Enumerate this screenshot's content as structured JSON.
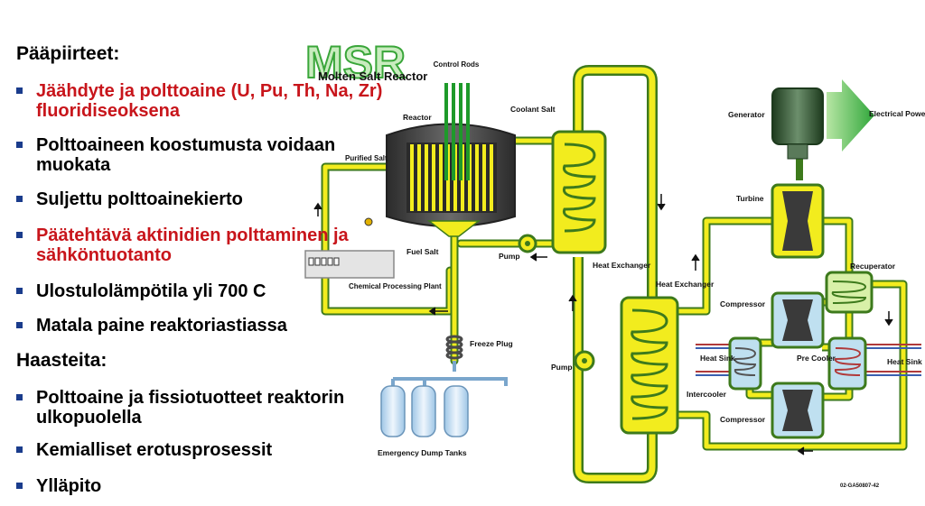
{
  "main_features": {
    "heading": "Pääpiirteet:",
    "bullets": [
      {
        "text": "Jäähdyte ja polttoaine (U, Pu, Th, Na, Zr) fluoridiseoksena",
        "highlight": true
      },
      {
        "text": "Polttoaineen koostumusta voidaan muokata",
        "highlight": false
      },
      {
        "text": "Suljettu polttoainekierto",
        "highlight": false
      },
      {
        "text": "Päätehtävä aktinidien polttaminen ja sähköntuotanto",
        "highlight": true
      },
      {
        "text": "Ulostulolämpötila yli 700 C",
        "highlight": false
      },
      {
        "text": "Matala paine reaktoriastiassa",
        "highlight": false
      }
    ]
  },
  "challenges": {
    "heading": "Haasteita:",
    "bullets": [
      {
        "text": "Polttoaine ja fissiotuotteet reaktorin ulkopuolella"
      },
      {
        "text": "Kemialliset erotusprosessit"
      },
      {
        "text": "Ylläpito"
      }
    ]
  },
  "diagram": {
    "logo_text": "MSR",
    "logo_subtitle": "Molten Salt Reactor",
    "labels": {
      "control_rods": "Control Rods",
      "reactor": "Reactor",
      "coolant_salt": "Coolant Salt",
      "purified_salt": "Purified Salt",
      "fuel_salt": "Fuel Salt",
      "pump_primary": "Pump",
      "heat_exchanger_1": "Heat Exchanger",
      "chemical_processing_plant": "Chemical Processing Plant",
      "freeze_plug": "Freeze Plug",
      "emergency_dump_tanks": "Emergency Dump Tanks",
      "pump_secondary": "Pump",
      "heat_exchanger_2": "Heat Exchanger",
      "generator": "Generator",
      "electrical_power": "Electrical Power",
      "turbine": "Turbine",
      "recuperator": "Recuperator",
      "compressor_upper": "Compressor",
      "heat_sink_left": "Heat Sink",
      "pre_cooler": "Pre Cooler",
      "heat_sink_right": "Heat Sink",
      "intercooler": "Intercooler",
      "compressor_lower": "Compressor",
      "figure_id": "02-GA50807-42"
    },
    "colors": {
      "pipe_yellow": "#f2ec1e",
      "pipe_green": "#3d7a1c",
      "reactor_body": "#4a4a4a",
      "logo_green": "#3aa63a",
      "bullet_red": "#c8151b",
      "bullet_square": "#1a3c8c"
    }
  }
}
